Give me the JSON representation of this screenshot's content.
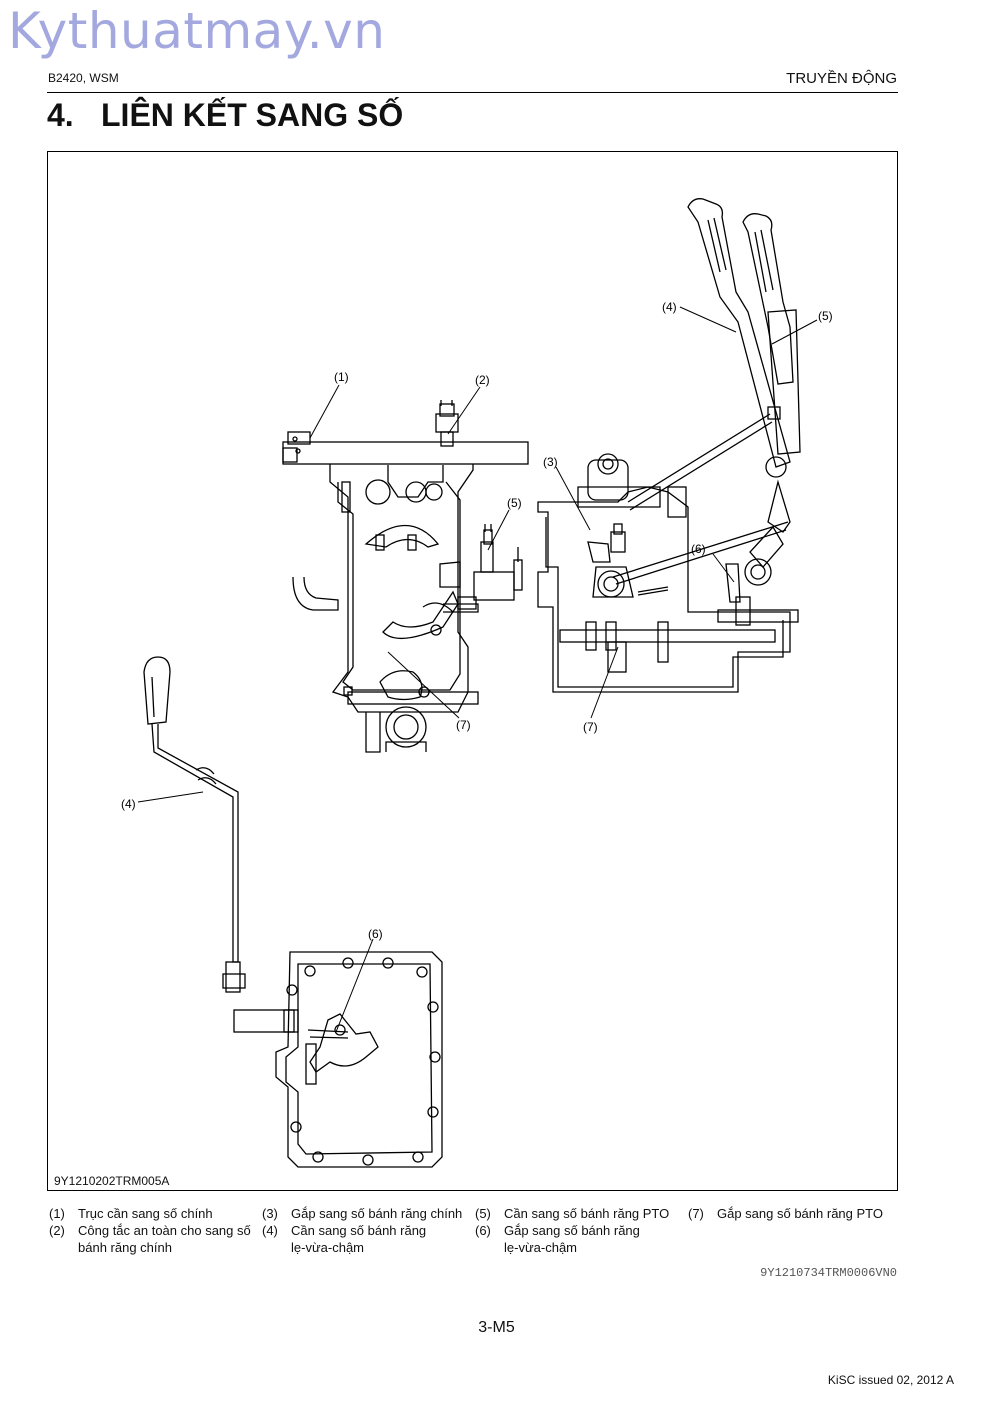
{
  "watermark": "Kythuatmay.vn",
  "header": {
    "left": "B2420, WSM",
    "right": "TRUYỀN ĐỘNG"
  },
  "section": {
    "number": "4.",
    "title": "LIÊN KẾT SANG SỐ"
  },
  "figure": {
    "code": "9Y1210202TRM005A",
    "callouts": [
      "(1)",
      "(2)",
      "(3)",
      "(4)",
      "(5)",
      "(6)",
      "(7)"
    ]
  },
  "legend": [
    {
      "n": "(1)",
      "lines": [
        "Trục cần sang số chính"
      ]
    },
    {
      "n": "(2)",
      "lines": [
        "Công tắc an toàn cho sang số",
        "bánh răng chính"
      ]
    },
    {
      "n": "(3)",
      "lines": [
        "Gắp sang số bánh răng chính"
      ]
    },
    {
      "n": "(4)",
      "lines": [
        "Cần sang số bánh răng",
        "lẹ-vừa-chậm"
      ]
    },
    {
      "n": "(5)",
      "lines": [
        "Cần sang số bánh răng PTO"
      ]
    },
    {
      "n": "(6)",
      "lines": [
        "Gắp sang số bánh răng",
        "lẹ-vừa-chậm"
      ]
    },
    {
      "n": "(7)",
      "lines": [
        "Gắp sang số bánh răng PTO"
      ]
    }
  ],
  "reference_code": "9Y1210734TRM0006VN0",
  "page_number": "3-M5",
  "footer": "KiSC issued 02, 2012 A"
}
